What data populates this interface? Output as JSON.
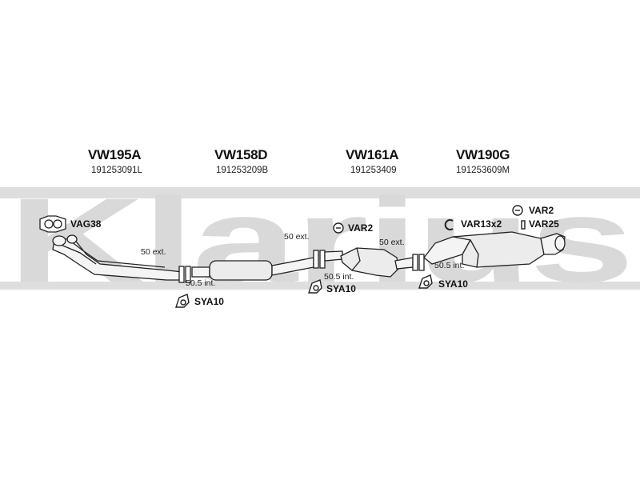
{
  "watermark": {
    "text": "Klarius",
    "color": "#d9d9d9"
  },
  "sections": [
    {
      "code": "VW195A",
      "part_number": "191253091L"
    },
    {
      "code": "VW158D",
      "part_number": "191253209B"
    },
    {
      "code": "VW161A",
      "part_number": "191253409"
    },
    {
      "code": "VW190G",
      "part_number": "191253609M"
    }
  ],
  "accessories": {
    "vag38": "VAG38",
    "sya10_a": "SYA10",
    "sya10_b": "SYA10",
    "sya10_c": "SYA10",
    "var2_a": "VAR2",
    "var13x2": "VAR13x2",
    "var2_b": "VAR2",
    "var25": "VAR25"
  },
  "dimensions": {
    "d1_ext": "50 ext.",
    "d1_int": "50.5 int.",
    "d2_ext": "50 ext.",
    "d2_int": "50.5 int.",
    "d3_ext": "50 ext.",
    "d3_int": "50.5 int."
  },
  "colors": {
    "line": "#222222",
    "pipe_fill": "#f2f2f2",
    "muffler_fill": "#ececec"
  }
}
